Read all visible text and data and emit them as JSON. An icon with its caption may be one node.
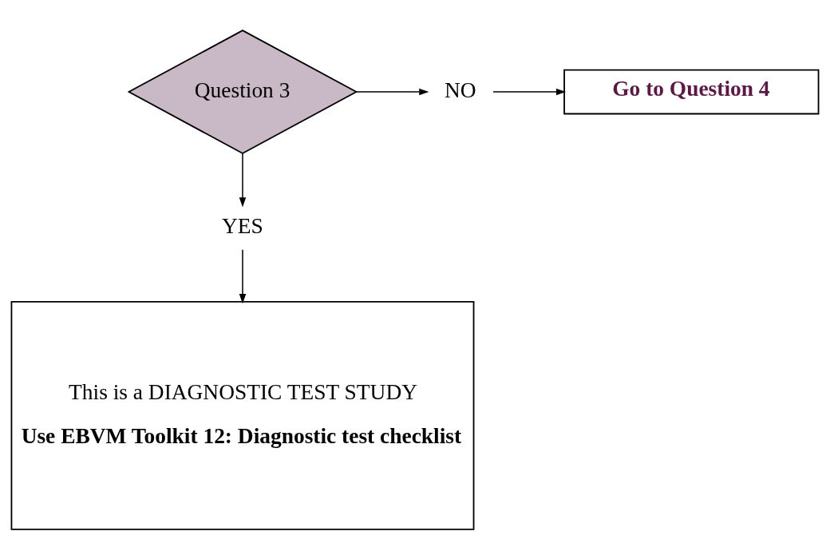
{
  "diagram": {
    "nodes": [
      {
        "text": [
          "Question 3"
        ]
      },
      {
        "text": [
          "NO"
        ]
      },
      {
        "text": [
          "Go to Question 4"
        ]
      },
      {
        "text": [
          "YES"
        ]
      },
      {
        "text": [
          "This is a DIAGNOSTIC TEST STUDY",
          "Use EBVM Toolkit 12: Diagnostic test checklist"
        ]
      }
    ],
    "edges": [
      {
        "from": 0,
        "to": 1,
        "arrow": "to"
      },
      {
        "from": 1,
        "to": 2,
        "arrow": "to"
      },
      {
        "from": 0,
        "to": 3,
        "arrow": "to"
      },
      {
        "from": 3,
        "to": 4,
        "arrow": "to"
      }
    ]
  }
}
